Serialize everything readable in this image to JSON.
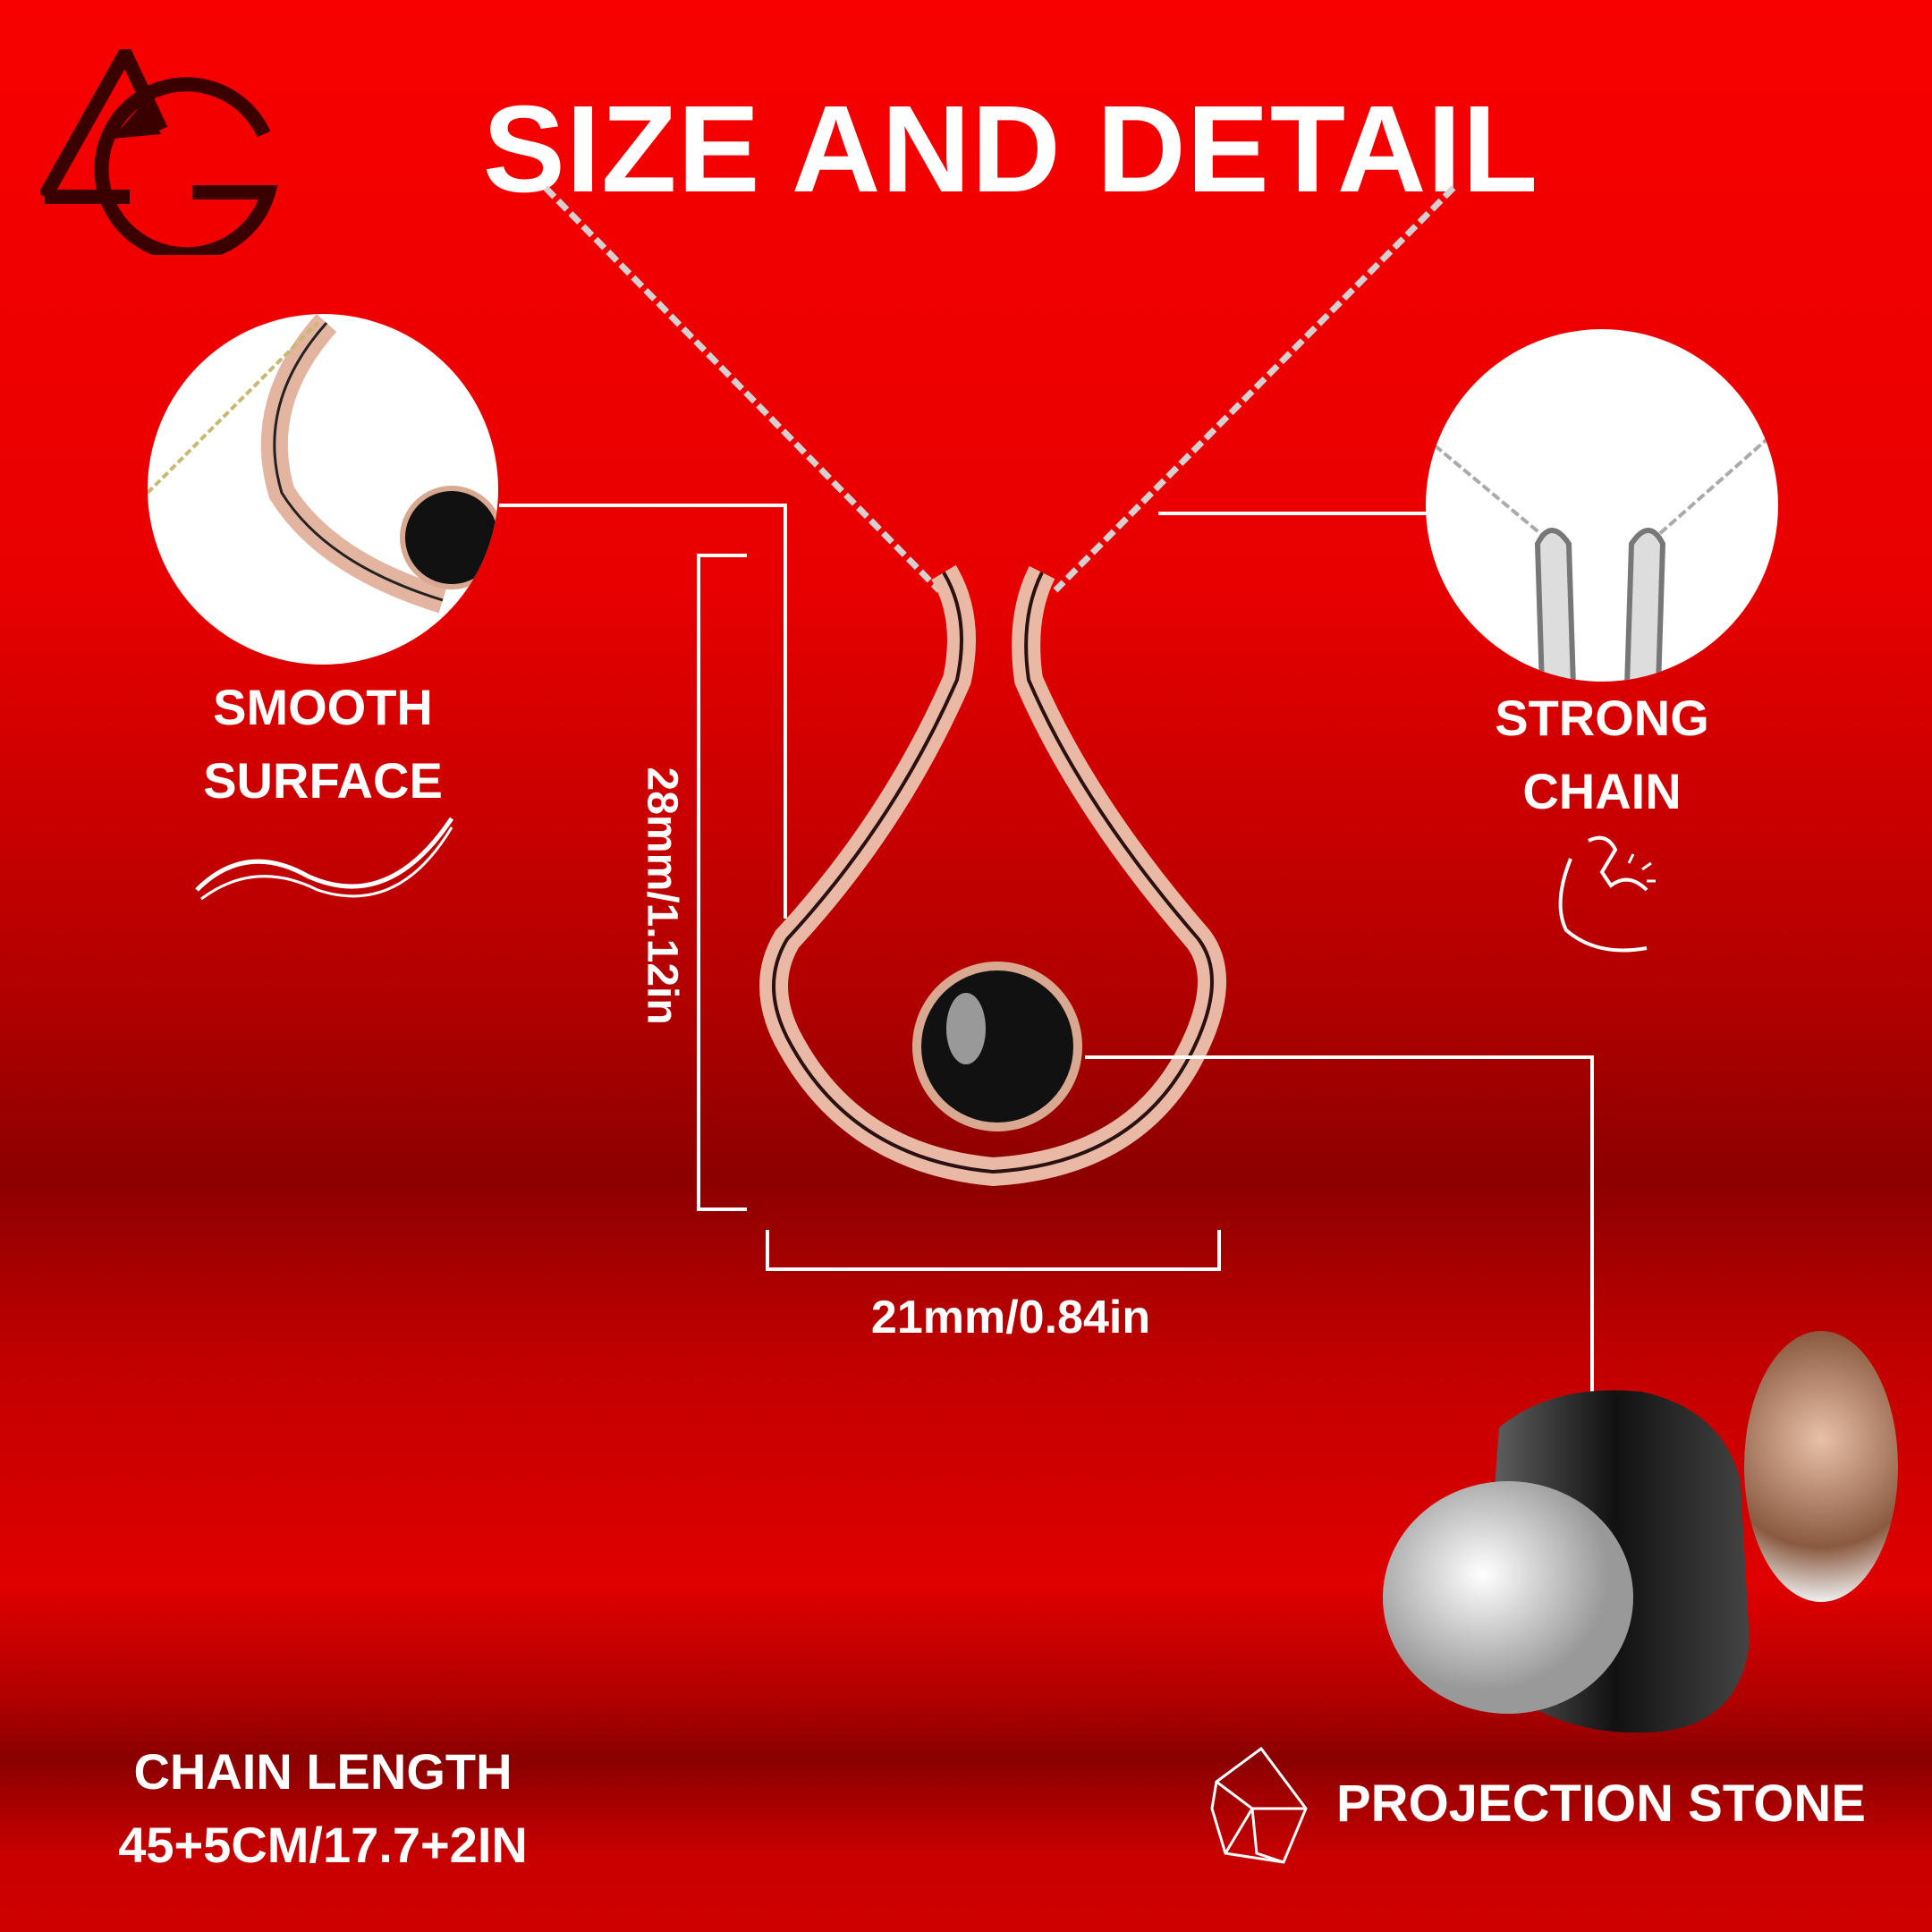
{
  "title": "SIZE AND DETAIL",
  "logo_text": "AG",
  "features": {
    "smooth": {
      "line1": "SMOOTH",
      "line2": "SURFACE"
    },
    "strong": {
      "line1": "STRONG",
      "line2": "CHAIN"
    },
    "projection": {
      "label": "PROJECTION STONE"
    }
  },
  "dimensions": {
    "height": "28mm/1.12in",
    "width": "21mm/0.84in"
  },
  "chain_length": {
    "label": "CHAIN LENGTH",
    "value": "45+5CM/17.7+2IN"
  },
  "colors": {
    "background": "#e00000",
    "text": "#ffffff",
    "logo": "#3a0000",
    "rose_gold": "#e8b8a8"
  }
}
